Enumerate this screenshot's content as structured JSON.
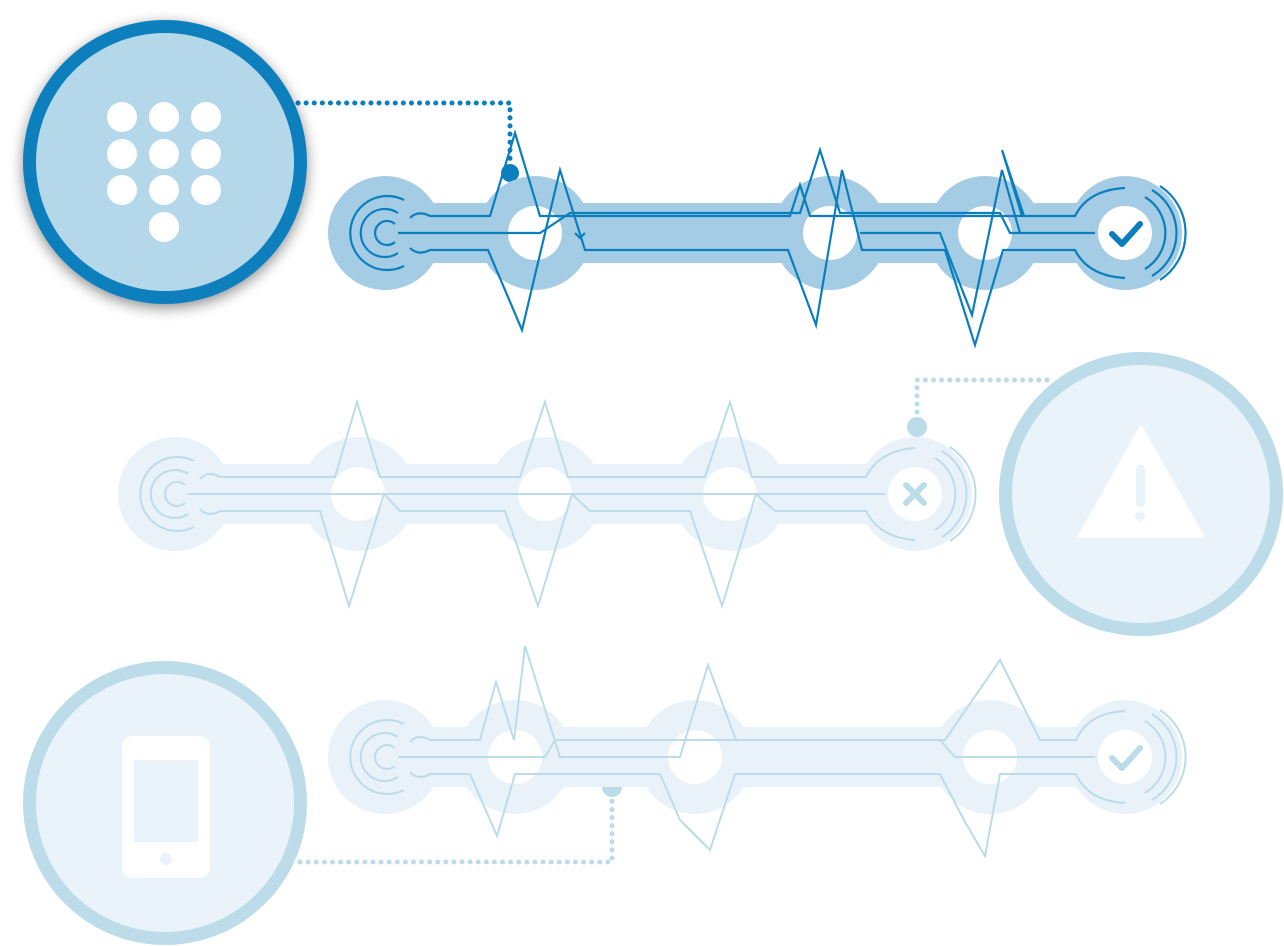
{
  "diagram": {
    "rows": [
      {
        "id": "keypad-flow",
        "state": "active",
        "end_status": "check",
        "trigger": "keypad",
        "trigger_icon": "keypad-icon",
        "stations": 5
      },
      {
        "id": "alert-flow",
        "state": "muted",
        "end_status": "cross",
        "trigger": "warning",
        "trigger_icon": "warning-icon",
        "stations": 5
      },
      {
        "id": "phone-flow",
        "state": "muted",
        "end_status": "check",
        "trigger": "phone",
        "trigger_icon": "phone-icon",
        "stations": 5
      }
    ]
  },
  "colors": {
    "active_dark": "#0b7fbd",
    "active_light": "#a4cde5",
    "active_circle_fill": "#b4d8ea",
    "muted_dark": "#bcdcea",
    "muted_light": "#e8f2f8",
    "muted_circle_fill": "#eaf3f9",
    "white": "#ffffff"
  }
}
